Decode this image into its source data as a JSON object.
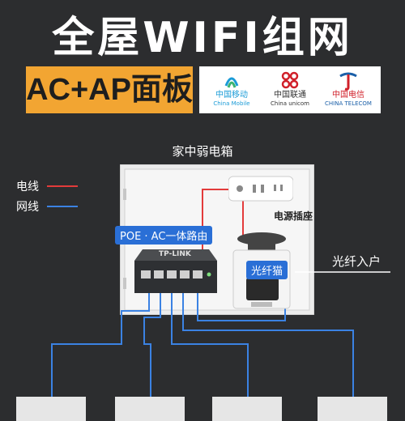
{
  "title": "全屋WIFI组网",
  "badge": "AC+AP面板",
  "carriers": [
    {
      "cn": "中国移动",
      "en": "China Mobile",
      "color": "#1a9bd7",
      "icon": "china-mobile-logo"
    },
    {
      "cn": "中国联通",
      "en": "China unicom",
      "color": "#d0202a",
      "icon": "china-unicom-logo"
    },
    {
      "cn": "中国电信",
      "en": "CHINA TELECOM",
      "color": "#1a5fa8",
      "icon": "china-telecom-logo"
    }
  ],
  "cabinet_label": "家中弱电箱",
  "legend": {
    "power": {
      "label": "电线",
      "color": "#e33b3b"
    },
    "network": {
      "label": "网线",
      "color": "#3b82e3"
    }
  },
  "devices": {
    "router_label": "POE · AC一体路由",
    "router_brand": "TP-LINK",
    "power_strip_label": "电源插座",
    "modem_label": "光纤猫"
  },
  "fiber_in_label": "光纤入户",
  "ap_panel_count": 4
}
